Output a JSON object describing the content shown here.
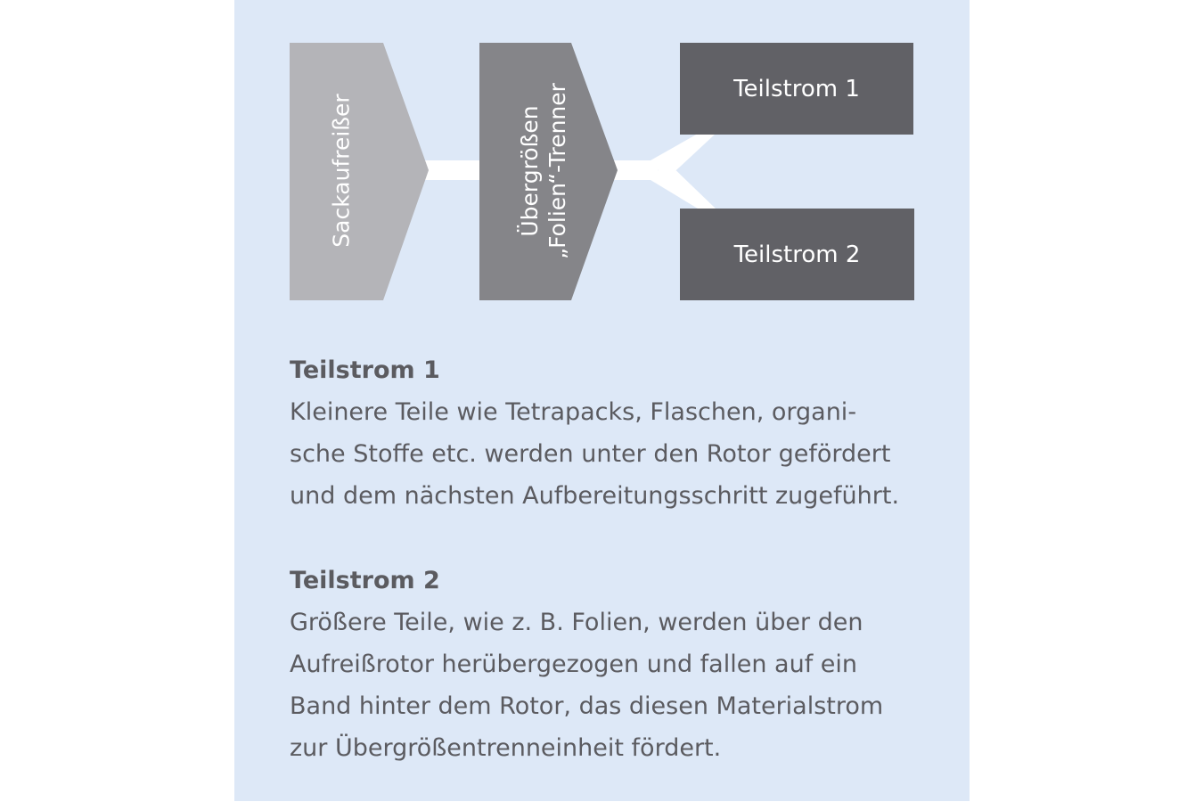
{
  "diagram": {
    "step1": "Sackaufreißer",
    "step2_line1": "Übergrößen",
    "step2_line2": "„Folien“-Trenner",
    "output1": "Teilstrom 1",
    "output2": "Teilstrom 2"
  },
  "section1": {
    "heading": "Teilstrom 1",
    "lines": [
      "Kleinere Teile wie Tetrapacks, Flaschen, organi-",
      "sche Stoffe etc. werden unter den Rotor gefördert",
      "und dem nächsten Aufbereitungsschritt zugeführt."
    ]
  },
  "section2": {
    "heading": "Teilstrom 2",
    "lines": [
      "Größere Teile, wie z. B. Folien, werden über den",
      "Aufreißrotor herübergezogen und fallen auf ein",
      "Band hinter dem Rotor, das diesen Materialstrom",
      "zur Übergrößentrenneinheit fördert."
    ]
  },
  "colors": {
    "panel_background": "#dde8f7",
    "step1_fill": "#b4b4b8",
    "step2_fill": "#858589",
    "output_fill": "#616166",
    "connector": "#ffffff",
    "text": "#5b5b60"
  }
}
